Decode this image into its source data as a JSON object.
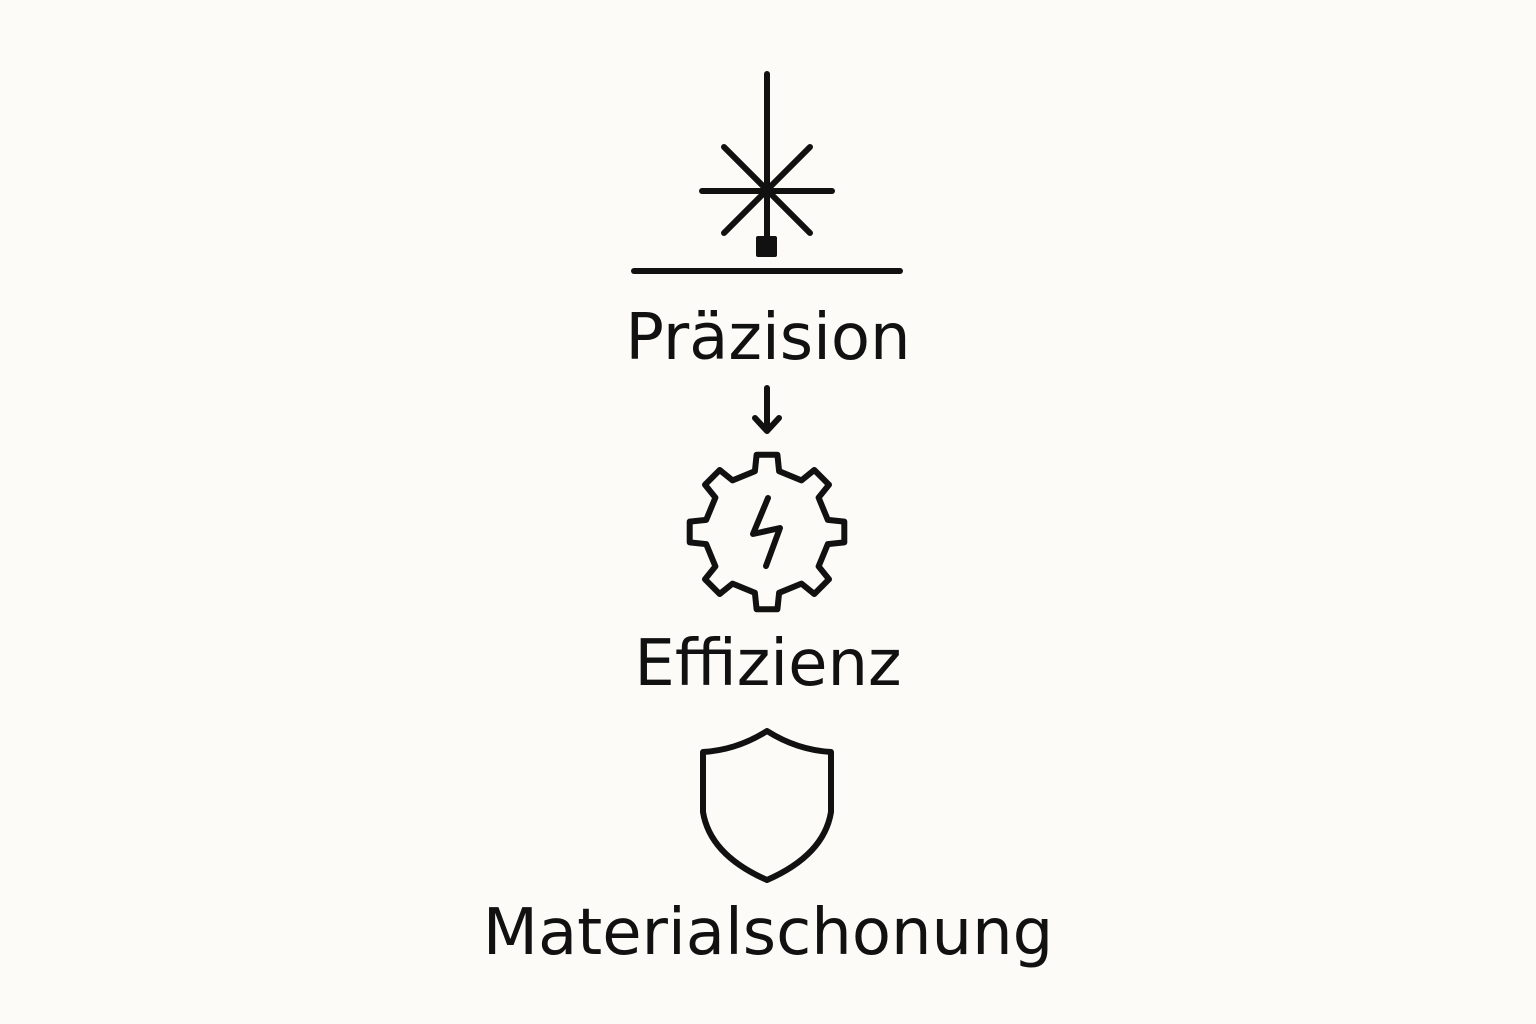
{
  "steps": [
    {
      "label": "Präzision",
      "icon": "laser-icon"
    },
    {
      "label": "Effizienz",
      "icon": "gear-lightning-icon"
    },
    {
      "label": "Materialschonung",
      "icon": "shield-icon"
    }
  ],
  "connector": {
    "icon": "arrow-down-icon"
  },
  "colors": {
    "background": "#fcfbf7",
    "ink": "#111111"
  }
}
